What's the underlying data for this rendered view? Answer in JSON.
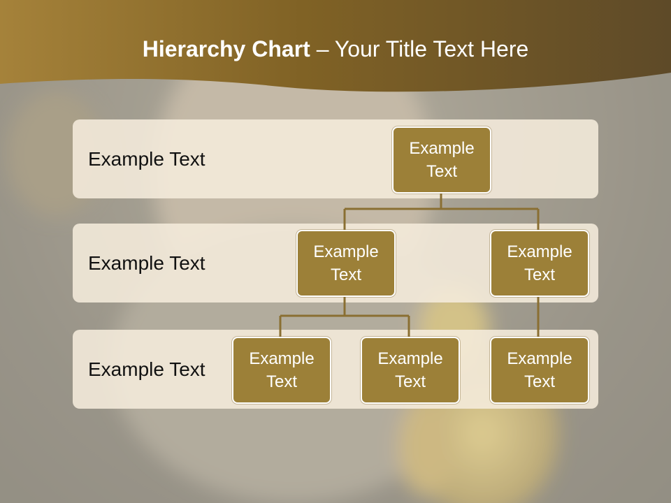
{
  "title": {
    "bold": "Hierarchy Chart",
    "rest": " – Your Title Text Here"
  },
  "rows": [
    {
      "label": "Example Text"
    },
    {
      "label": "Example Text"
    },
    {
      "label": "Example Text"
    }
  ],
  "nodes": {
    "top": {
      "line1": "Example",
      "line2": "Text"
    },
    "mid1": {
      "line1": "Example",
      "line2": "Text"
    },
    "mid2": {
      "line1": "Example",
      "line2": "Text"
    },
    "bot1": {
      "line1": "Example",
      "line2": "Text"
    },
    "bot2": {
      "line1": "Example",
      "line2": "Text"
    },
    "bot3": {
      "line1": "Example",
      "line2": "Text"
    }
  },
  "colors": {
    "node_fill": "#9c8038",
    "connector": "#8a6f32",
    "band": "#f5ecdc",
    "header": "#8a6c2c"
  }
}
